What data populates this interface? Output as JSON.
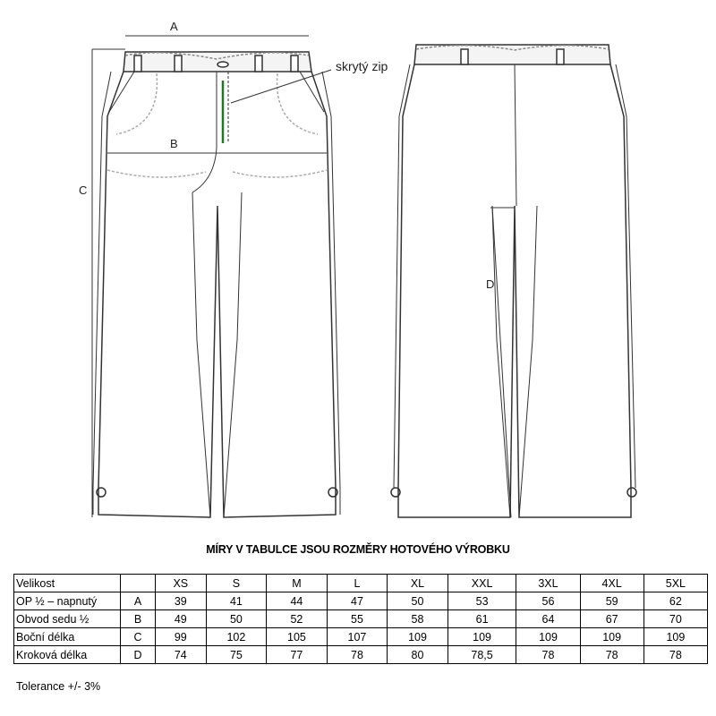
{
  "drawing": {
    "labels": {
      "a": "A",
      "b": "B",
      "c": "C",
      "d": "D",
      "zip": "skrytý zip"
    },
    "zip_color": "#1a7a2a"
  },
  "title": "MÍRY V TABULCE JSOU ROZMĚRY HOTOVÉHO VÝROBKU",
  "table": {
    "header": {
      "label": "Velikost",
      "letter": "",
      "sizes": [
        "XS",
        "S",
        "M",
        "L",
        "XL",
        "XXL",
        "3XL",
        "4XL",
        "5XL"
      ]
    },
    "rows": [
      {
        "label": "OP ½ – napnutý",
        "letter": "A",
        "values": [
          "39",
          "41",
          "44",
          "47",
          "50",
          "53",
          "56",
          "59",
          "62"
        ]
      },
      {
        "label": "Obvod sedu  ½",
        "letter": "B",
        "values": [
          "49",
          "50",
          "52",
          "55",
          "58",
          "61",
          "64",
          "67",
          "70"
        ]
      },
      {
        "label": "Boční délka",
        "letter": "C",
        "values": [
          "99",
          "102",
          "105",
          "107",
          "109",
          "109",
          "109",
          "109",
          "109"
        ]
      },
      {
        "label": "Kroková délka",
        "letter": "D",
        "values": [
          "74",
          "75",
          "77",
          "78",
          "80",
          "78,5",
          "78",
          "78",
          "78"
        ]
      }
    ]
  },
  "tolerance": "Tolerance +/- 3%"
}
